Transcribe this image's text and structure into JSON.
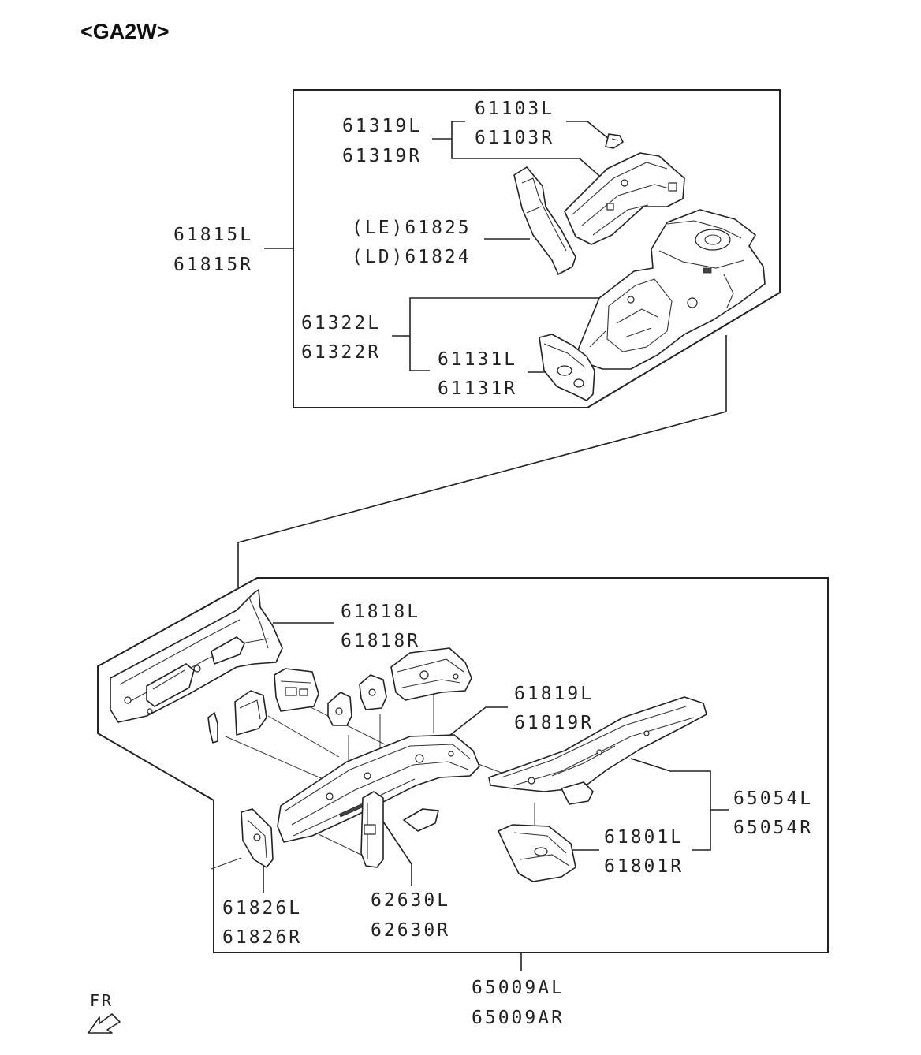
{
  "title": "<GA2W>",
  "direction_label": "FR",
  "icons": {
    "front_arrow": "arrow-down-left-icon"
  },
  "upper_group": {
    "outer_label": [
      "61815L",
      "61815R"
    ],
    "bracket": [
      "61103L",
      "61103R"
    ],
    "gusset": [
      "61319L",
      "61319R"
    ],
    "plate": [
      "(LE)61825",
      "(LD)61824"
    ],
    "apron": [
      "61322L",
      "61322R"
    ],
    "extension": [
      "61131L",
      "61131R"
    ]
  },
  "lower_group": {
    "assembly_label": [
      "65009AL",
      "65009AR"
    ],
    "panel": [
      "61818L",
      "61818R"
    ],
    "front_member": [
      "61819L",
      "61819R"
    ],
    "rear_member": [
      "65054L",
      "65054R"
    ],
    "crossmember": [
      "61801L",
      "61801R"
    ],
    "pillar_plate": [
      "61826L",
      "61826R"
    ],
    "bracket": [
      "62630L",
      "62630R"
    ]
  }
}
